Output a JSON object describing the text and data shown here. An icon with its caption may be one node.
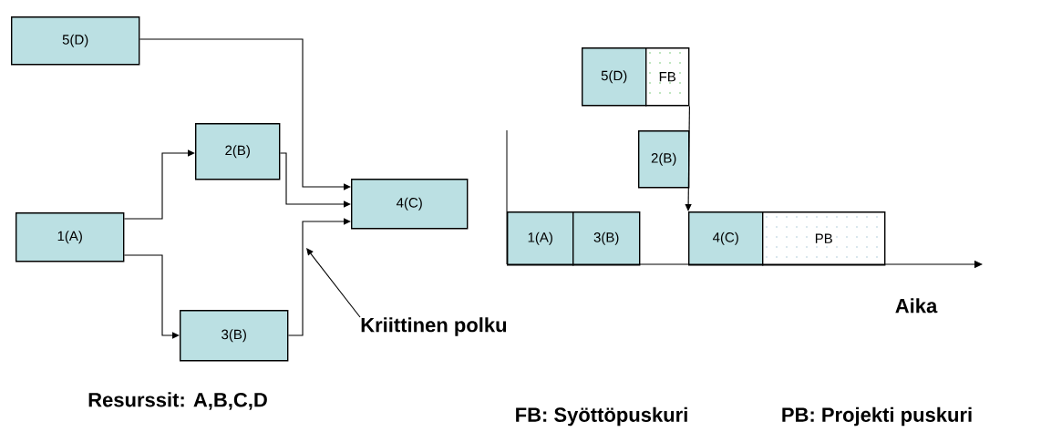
{
  "diagram": {
    "nodes": [
      {
        "text": [
          "5(D)"
        ]
      },
      {
        "text": [
          "2(B)"
        ]
      },
      {
        "text": [
          "1(A)"
        ]
      },
      {
        "text": [
          "4(C)"
        ]
      },
      {
        "text": [
          "3(B)"
        ]
      },
      {
        "text": [
          "Kriittinen polku"
        ]
      },
      {
        "text": [
          "5(D)"
        ]
      },
      {
        "text": [
          "FB"
        ]
      },
      {
        "text": [
          "2(B)"
        ]
      },
      {
        "text": [
          "1(A)"
        ]
      },
      {
        "text": [
          "3(B)"
        ]
      },
      {
        "text": [
          "4(C)"
        ]
      },
      {
        "text": [
          "PB"
        ]
      }
    ],
    "edges": [
      {
        "from": 2,
        "to": 1,
        "arrow": "to"
      },
      {
        "from": 2,
        "to": 4,
        "arrow": "to"
      },
      {
        "from": 1,
        "to": 3,
        "arrow": "to"
      },
      {
        "from": 0,
        "to": 3,
        "arrow": "to"
      },
      {
        "from": 4,
        "to": 3,
        "arrow": "to"
      },
      {
        "from": 5,
        "to": null,
        "arrow": "to"
      },
      {
        "from": 7,
        "to": 11,
        "arrow": "to"
      }
    ],
    "labels": [
      "Aika",
      "Resurssit: A,B,C,D",
      "FB: Syöttöpuskuri",
      "PB: Projekti puskuri"
    ]
  }
}
